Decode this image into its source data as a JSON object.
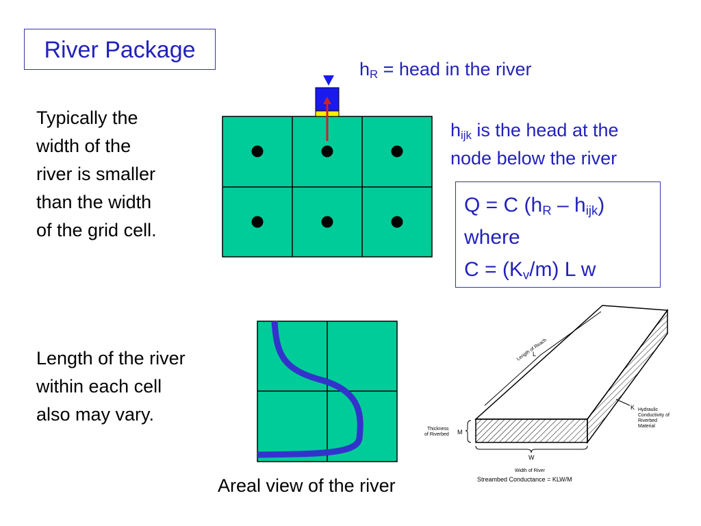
{
  "title": "River Package",
  "head_river": {
    "h": "h",
    "sub": "R",
    "rest": " = head in the river"
  },
  "head_node": {
    "h": "h",
    "sub": "ijk",
    "line1_rest": " is the head at the",
    "line2": "node below the river"
  },
  "left_text_1": [
    "Typically the",
    "width of the",
    "river is smaller",
    "than the width",
    "of the grid cell."
  ],
  "left_text_2": [
    "Length of the river",
    "within each cell",
    "also may vary."
  ],
  "equation": {
    "l1_a": "Q = C (h",
    "l1_sub1": "R",
    "l1_b": " – h",
    "l1_sub2": "ijk",
    "l1_c": ")",
    "l2": "where",
    "l3_a": "C = (K",
    "l3_sub": "v",
    "l3_b": "/m) L w"
  },
  "areal_caption": "Areal view of the river",
  "streambed": {
    "length_label": "Length of Reach",
    "length_symbol": "L",
    "k_symbol": "K",
    "k_label": [
      "Hydraulic",
      "Conductivity of",
      "Riverbed",
      "Material"
    ],
    "thickness_label": [
      "Thickness",
      "of Riverbed"
    ],
    "m_symbol": "M",
    "w_symbol": "W",
    "width_label": "Width of River",
    "formula": "Streambed Conductance = KLW/M"
  },
  "colors": {
    "cell_fill": "#00cc99",
    "river_blue": "#3333cc",
    "label_blue": "#2222bb",
    "arrow_red": "#cc2222",
    "riverbed_yellow": "#ffee00"
  }
}
